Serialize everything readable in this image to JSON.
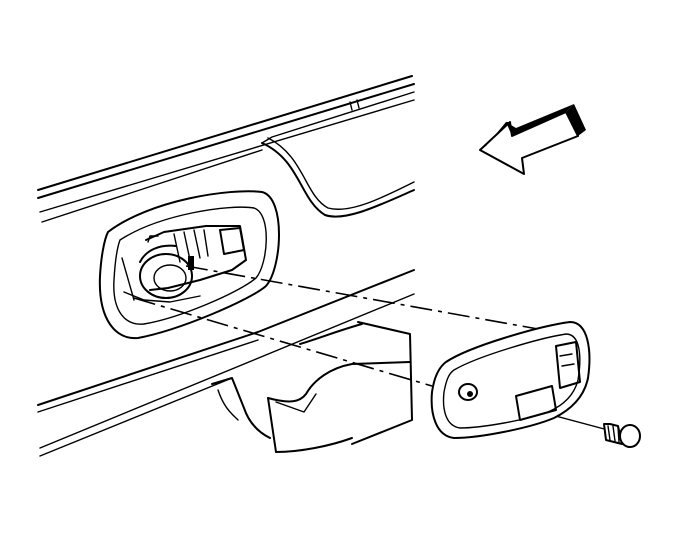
{
  "diagram": {
    "description_text": "",
    "colors": {
      "line": "#000000",
      "background": "#ffffff"
    },
    "parts": [
      {
        "name": "interior-panel"
      },
      {
        "name": "door-handle-bezel"
      },
      {
        "name": "bezel-screw"
      },
      {
        "name": "direction-arrow"
      }
    ]
  }
}
